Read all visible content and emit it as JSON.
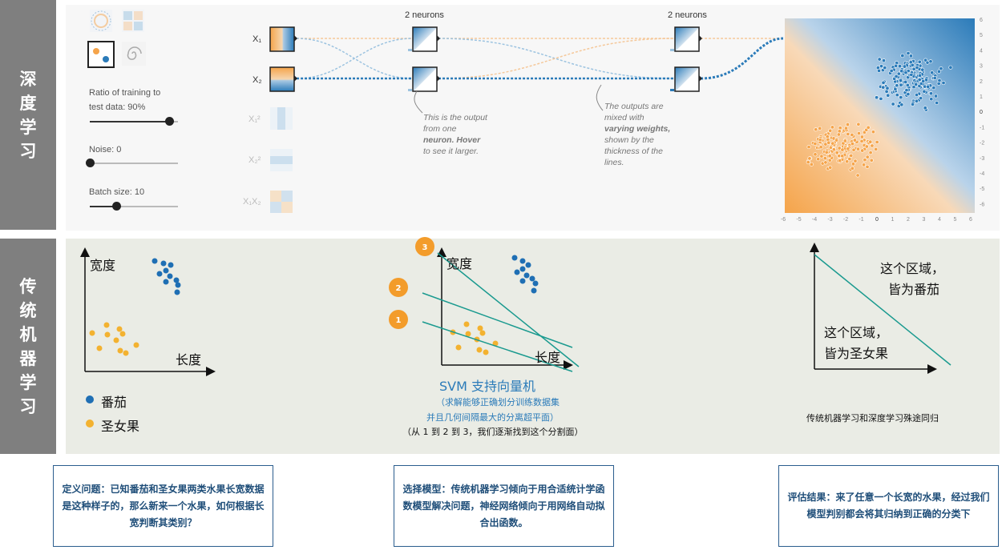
{
  "labels": {
    "deep": "深度\n学习",
    "ml": "传统\n机器\n学习"
  },
  "playground": {
    "ratio_label_1": "Ratio of training to",
    "ratio_label_2": "test data:  90%",
    "ratio_value": 0.9,
    "noise_label": "Noise:  0",
    "noise_value": 0,
    "batch_label": "Batch size:  10",
    "batch_value": 0.3,
    "layer1_heading": "2 neurons",
    "layer2_heading": "2 neurons",
    "features": [
      "X₁",
      "X₂",
      "X₁²",
      "X₂²",
      "X₁X₂"
    ],
    "neuron_note": [
      "This is the output",
      "from one",
      "neuron. Hover",
      "to see it larger."
    ],
    "weight_note": [
      "The outputs are",
      "mixed with",
      "varying weights,",
      "shown by the",
      "thickness of the",
      "lines."
    ],
    "y_ticks": [
      "6",
      "5",
      "4",
      "3",
      "2",
      "1",
      "0",
      "-1",
      "-2",
      "-3",
      "-4",
      "-5",
      "-6"
    ],
    "x_ticks": [
      "-6",
      "-5",
      "-4",
      "-3",
      "-2",
      "-1",
      "0",
      "1",
      "2",
      "3",
      "4",
      "5",
      "6"
    ],
    "colors": {
      "blue": "#2b7bb9",
      "orange": "#f5a44a"
    }
  },
  "ml": {
    "left": {
      "ylabel": "宽度",
      "xlabel": "长度",
      "legend": [
        "番茄",
        "圣女果"
      ]
    },
    "middle": {
      "ylabel": "宽度",
      "xlabel": "长度",
      "title": "SVM 支持向量机",
      "sub1": "（求解能够正确划分训练数据集",
      "sub2": "并且几何间隔最大的分离超平面）",
      "sub3": "（从 1 到 2 到 3，我们逐渐找到这个分割面）",
      "markers": [
        "3",
        "2",
        "1"
      ]
    },
    "right": {
      "upper_1": "这个区域，",
      "upper_2": "皆为番茄",
      "lower_1": "这个区域，",
      "lower_2": "皆为圣女果",
      "caption": "传统机器学习和深度学习殊途同归"
    },
    "colors": {
      "tomato": "#1f6fb4",
      "cherry": "#f3b230",
      "line": "#1a9a8f",
      "marker": "#f39c2b"
    }
  },
  "boxes": {
    "define": "定义问题：已知番茄和圣女果两类水果长宽数据是这种样子的，那么新来一个水果，如何根据长宽判断其类别？",
    "model": "选择模型：传统机器学习倾向于用合适统计学函数模型解决问题，神经网络倾向于用网络自动拟合出函数。",
    "evaluate": "评估结果：来了任意一个长宽的水果，经过我们模型判别都会将其归纳到正确的分类下"
  }
}
